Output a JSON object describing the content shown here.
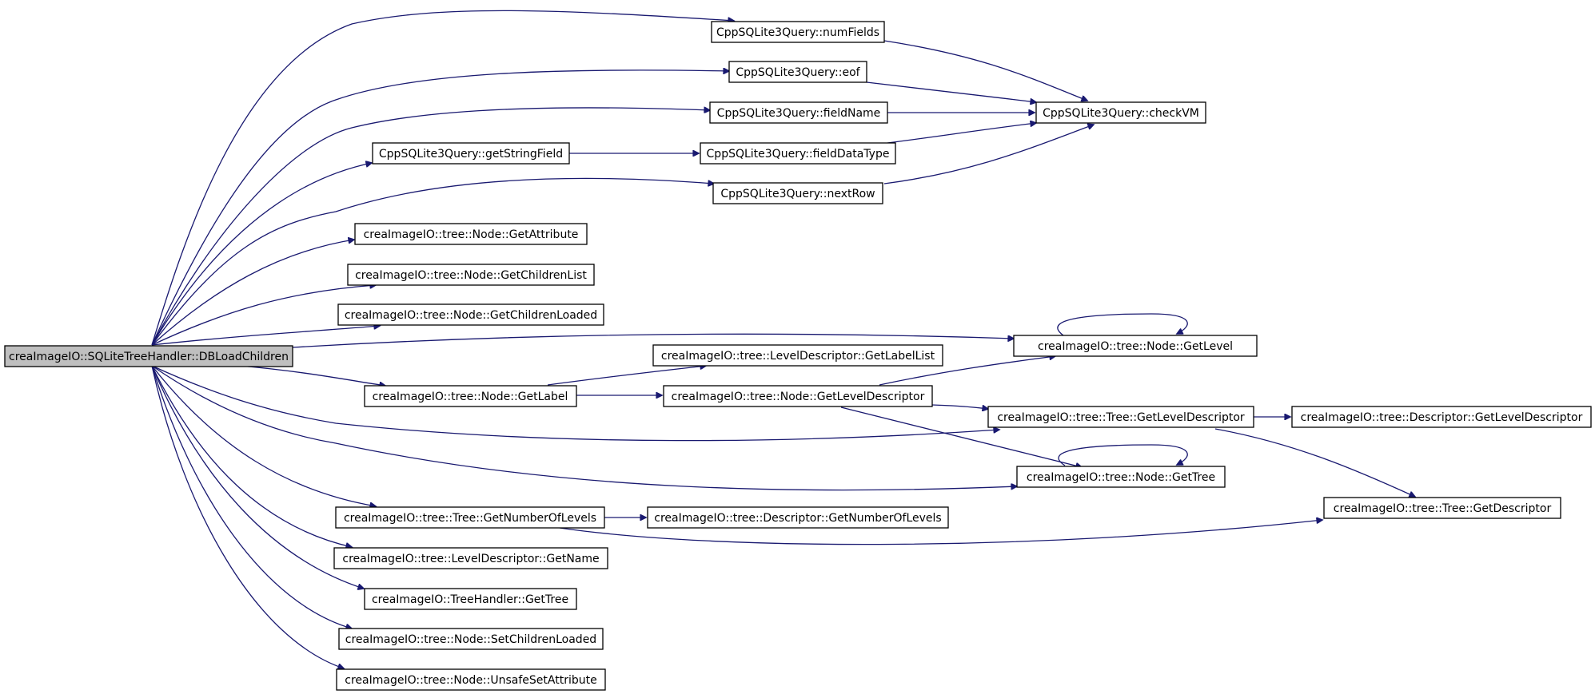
{
  "graph": {
    "edge_color": "#191970",
    "root_fill": "#bfbfbf",
    "nodes": {
      "root": "creaImageIO::SQLiteTreeHandler::DBLoadChildren",
      "numFields": "CppSQLite3Query::numFields",
      "eof": "CppSQLite3Query::eof",
      "fieldName": "CppSQLite3Query::fieldName",
      "getStringField": "CppSQLite3Query::getStringField",
      "fieldDataType": "CppSQLite3Query::fieldDataType",
      "nextRow": "CppSQLite3Query::nextRow",
      "checkVM": "CppSQLite3Query::checkVM",
      "getAttribute": "creaImageIO::tree::Node::GetAttribute",
      "getChildrenList": "creaImageIO::tree::Node::GetChildrenList",
      "getChildrenLoaded": "creaImageIO::tree::Node::GetChildrenLoaded",
      "getLevel": "creaImageIO::tree::Node::GetLevel",
      "getLabelList": "creaImageIO::tree::LevelDescriptor::GetLabelList",
      "getLabel": "creaImageIO::tree::Node::GetLabel",
      "nodeGetLevelDescriptor": "creaImageIO::tree::Node::GetLevelDescriptor",
      "treeGetLevelDescriptor": "creaImageIO::tree::Tree::GetLevelDescriptor",
      "descGetLevelDescriptor": "creaImageIO::tree::Descriptor::GetLevelDescriptor",
      "getTree": "creaImageIO::tree::Node::GetTree",
      "getDescriptor": "creaImageIO::tree::Tree::GetDescriptor",
      "treeGetNumberOfLevels": "creaImageIO::tree::Tree::GetNumberOfLevels",
      "descGetNumberOfLevels": "creaImageIO::tree::Descriptor::GetNumberOfLevels",
      "getName": "creaImageIO::tree::LevelDescriptor::GetName",
      "treeHandlerGetTree": "creaImageIO::TreeHandler::GetTree",
      "setChildrenLoaded": "creaImageIO::tree::Node::SetChildrenLoaded",
      "unsafeSetAttribute": "creaImageIO::tree::Node::UnsafeSetAttribute"
    },
    "edges": [
      [
        "root",
        "numFields"
      ],
      [
        "root",
        "eof"
      ],
      [
        "root",
        "fieldName"
      ],
      [
        "root",
        "getStringField"
      ],
      [
        "root",
        "nextRow"
      ],
      [
        "root",
        "getAttribute"
      ],
      [
        "root",
        "getChildrenList"
      ],
      [
        "root",
        "getChildrenLoaded"
      ],
      [
        "root",
        "getLevel"
      ],
      [
        "root",
        "getLabel"
      ],
      [
        "root",
        "treeGetLevelDescriptor"
      ],
      [
        "root",
        "getTree"
      ],
      [
        "root",
        "treeGetNumberOfLevels"
      ],
      [
        "root",
        "getName"
      ],
      [
        "root",
        "treeHandlerGetTree"
      ],
      [
        "root",
        "setChildrenLoaded"
      ],
      [
        "root",
        "unsafeSetAttribute"
      ],
      [
        "numFields",
        "checkVM"
      ],
      [
        "eof",
        "checkVM"
      ],
      [
        "fieldName",
        "checkVM"
      ],
      [
        "fieldDataType",
        "checkVM"
      ],
      [
        "nextRow",
        "checkVM"
      ],
      [
        "getStringField",
        "fieldDataType"
      ],
      [
        "getLabel",
        "getLabelList"
      ],
      [
        "getLabel",
        "nodeGetLevelDescriptor"
      ],
      [
        "nodeGetLevelDescriptor",
        "getLevel"
      ],
      [
        "nodeGetLevelDescriptor",
        "treeGetLevelDescriptor"
      ],
      [
        "nodeGetLevelDescriptor",
        "getTree"
      ],
      [
        "treeGetLevelDescriptor",
        "descGetLevelDescriptor"
      ],
      [
        "treeGetLevelDescriptor",
        "getDescriptor"
      ],
      [
        "treeGetNumberOfLevels",
        "descGetNumberOfLevels"
      ],
      [
        "treeGetNumberOfLevels",
        "getDescriptor"
      ],
      [
        "getLevel",
        "getLevel"
      ],
      [
        "getTree",
        "getTree"
      ]
    ]
  }
}
